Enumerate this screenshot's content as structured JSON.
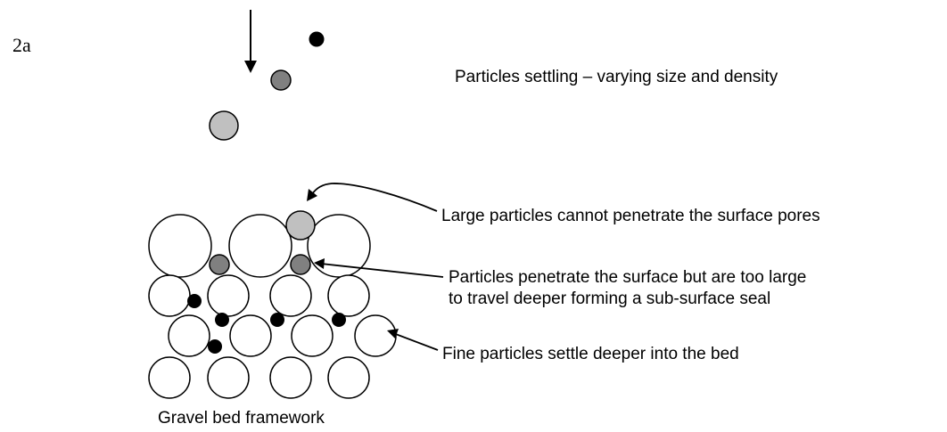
{
  "panel_label": "2a",
  "annotations": {
    "settling": "Particles settling – varying size and density",
    "large": "Large particles cannot penetrate the surface pores",
    "penetrate_line1": "Particles penetrate the surface but are too large",
    "penetrate_line2": "to travel deeper forming a sub-surface seal",
    "fine": "Fine particles settle deeper into the bed",
    "caption": "Gravel bed framework"
  },
  "colors": {
    "gravel_fill": "#ffffff",
    "large_particle": "#c0c0c0",
    "medium_particle": "#808080",
    "fine_particle": "#000000",
    "stroke": "#000000"
  }
}
